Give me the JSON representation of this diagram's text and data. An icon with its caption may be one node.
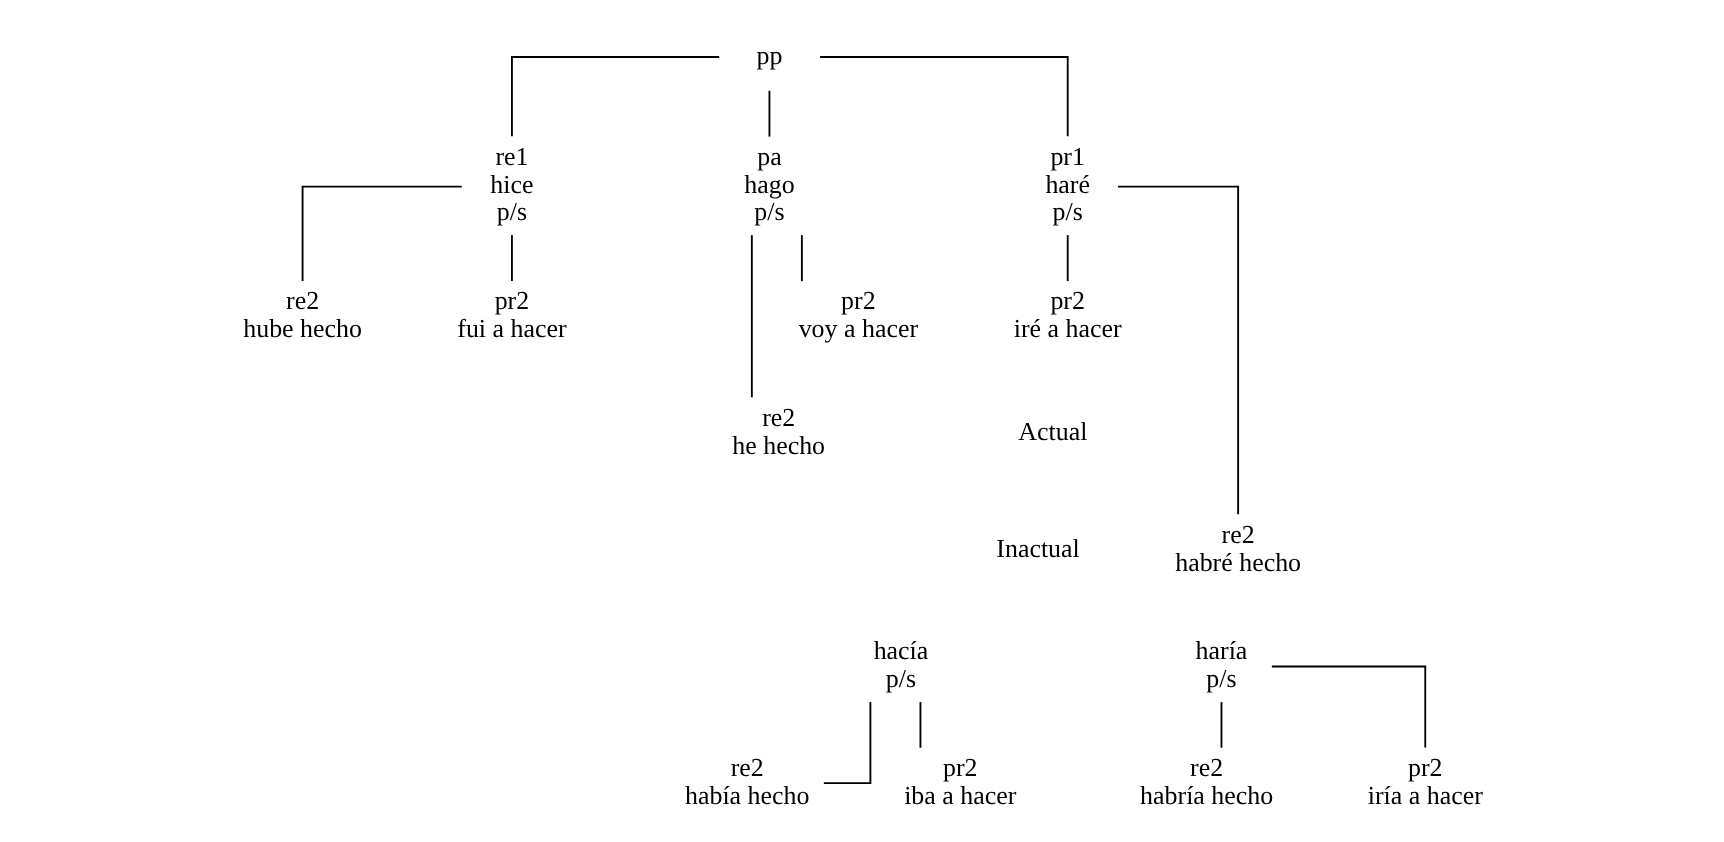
{
  "diagram": {
    "nodes": [
      {
        "text": [
          "pp"
        ]
      },
      {
        "text": [
          "re1",
          "hice",
          "p/s"
        ]
      },
      {
        "text": [
          "re2",
          "hube hecho"
        ]
      },
      {
        "text": [
          "pr2",
          "fui a hacer"
        ]
      },
      {
        "text": [
          "pa",
          "hago",
          "p/s"
        ]
      },
      {
        "text": [
          "re2",
          "he hecho"
        ]
      },
      {
        "text": [
          "pr2",
          "voy a hacer"
        ]
      },
      {
        "text": [
          "pr1",
          "haré",
          "p/s"
        ]
      },
      {
        "text": [
          "re2",
          "habré hecho"
        ]
      },
      {
        "text": [
          "pr2",
          "iré a hacer"
        ]
      },
      {
        "text": [
          "hacía",
          "p/s"
        ]
      },
      {
        "text": [
          "re2",
          "había hecho"
        ]
      },
      {
        "text": [
          "pr2",
          "iba a hacer"
        ]
      },
      {
        "text": [
          "haría",
          "p/s"
        ]
      },
      {
        "text": [
          "re2",
          "habría hecho"
        ]
      },
      {
        "text": [
          "pr2",
          "iría a hacer"
        ]
      }
    ],
    "edges": [
      {
        "from": 0,
        "to": 1,
        "arrow": "none"
      },
      {
        "from": 0,
        "to": 4,
        "arrow": "none"
      },
      {
        "from": 0,
        "to": 7,
        "arrow": "none"
      },
      {
        "from": 1,
        "to": 2,
        "arrow": "none"
      },
      {
        "from": 1,
        "to": 3,
        "arrow": "none"
      },
      {
        "from": 4,
        "to": 5,
        "arrow": "none"
      },
      {
        "from": 4,
        "to": 6,
        "arrow": "none"
      },
      {
        "from": 7,
        "to": 8,
        "arrow": "none"
      },
      {
        "from": 7,
        "to": 9,
        "arrow": "none"
      },
      {
        "from": 10,
        "to": 11,
        "arrow": "none"
      },
      {
        "from": 10,
        "to": 12,
        "arrow": "none"
      },
      {
        "from": 13,
        "to": 14,
        "arrow": "none"
      },
      {
        "from": 13,
        "to": 15,
        "arrow": "none"
      }
    ],
    "labels": [
      "Actual",
      "Inactual"
    ]
  }
}
